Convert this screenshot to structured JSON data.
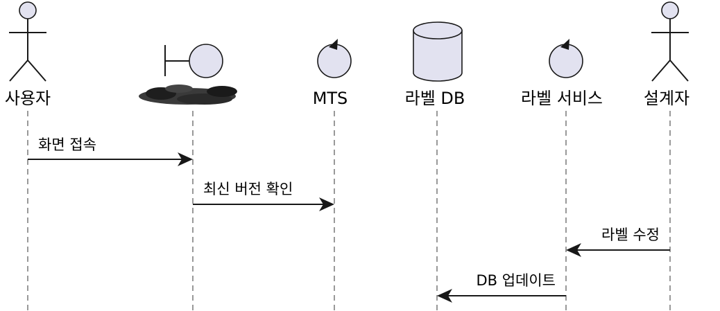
{
  "diagram": {
    "type": "sequence",
    "participants": [
      {
        "id": "user",
        "kind": "actor",
        "label": "사용자"
      },
      {
        "id": "boundary",
        "kind": "boundary",
        "label": ""
      },
      {
        "id": "mts",
        "kind": "control",
        "label": "MTS"
      },
      {
        "id": "label_db",
        "kind": "database",
        "label": "라벨 DB"
      },
      {
        "id": "label_service",
        "kind": "control",
        "label": "라벨 서비스"
      },
      {
        "id": "designer",
        "kind": "actor",
        "label": "설계자"
      }
    ],
    "messages": [
      {
        "from": "user",
        "to": "boundary",
        "label": "화면 접속"
      },
      {
        "from": "boundary",
        "to": "mts",
        "label": "최신 버전 확인"
      },
      {
        "from": "designer",
        "to": "label_service",
        "label": "라벨 수정"
      },
      {
        "from": "label_service",
        "to": "label_db",
        "label": "DB 업데이트"
      }
    ],
    "colors": {
      "participant_fill": "#e2e2f0",
      "stroke": "#181818",
      "lifeline": "#555555"
    }
  }
}
